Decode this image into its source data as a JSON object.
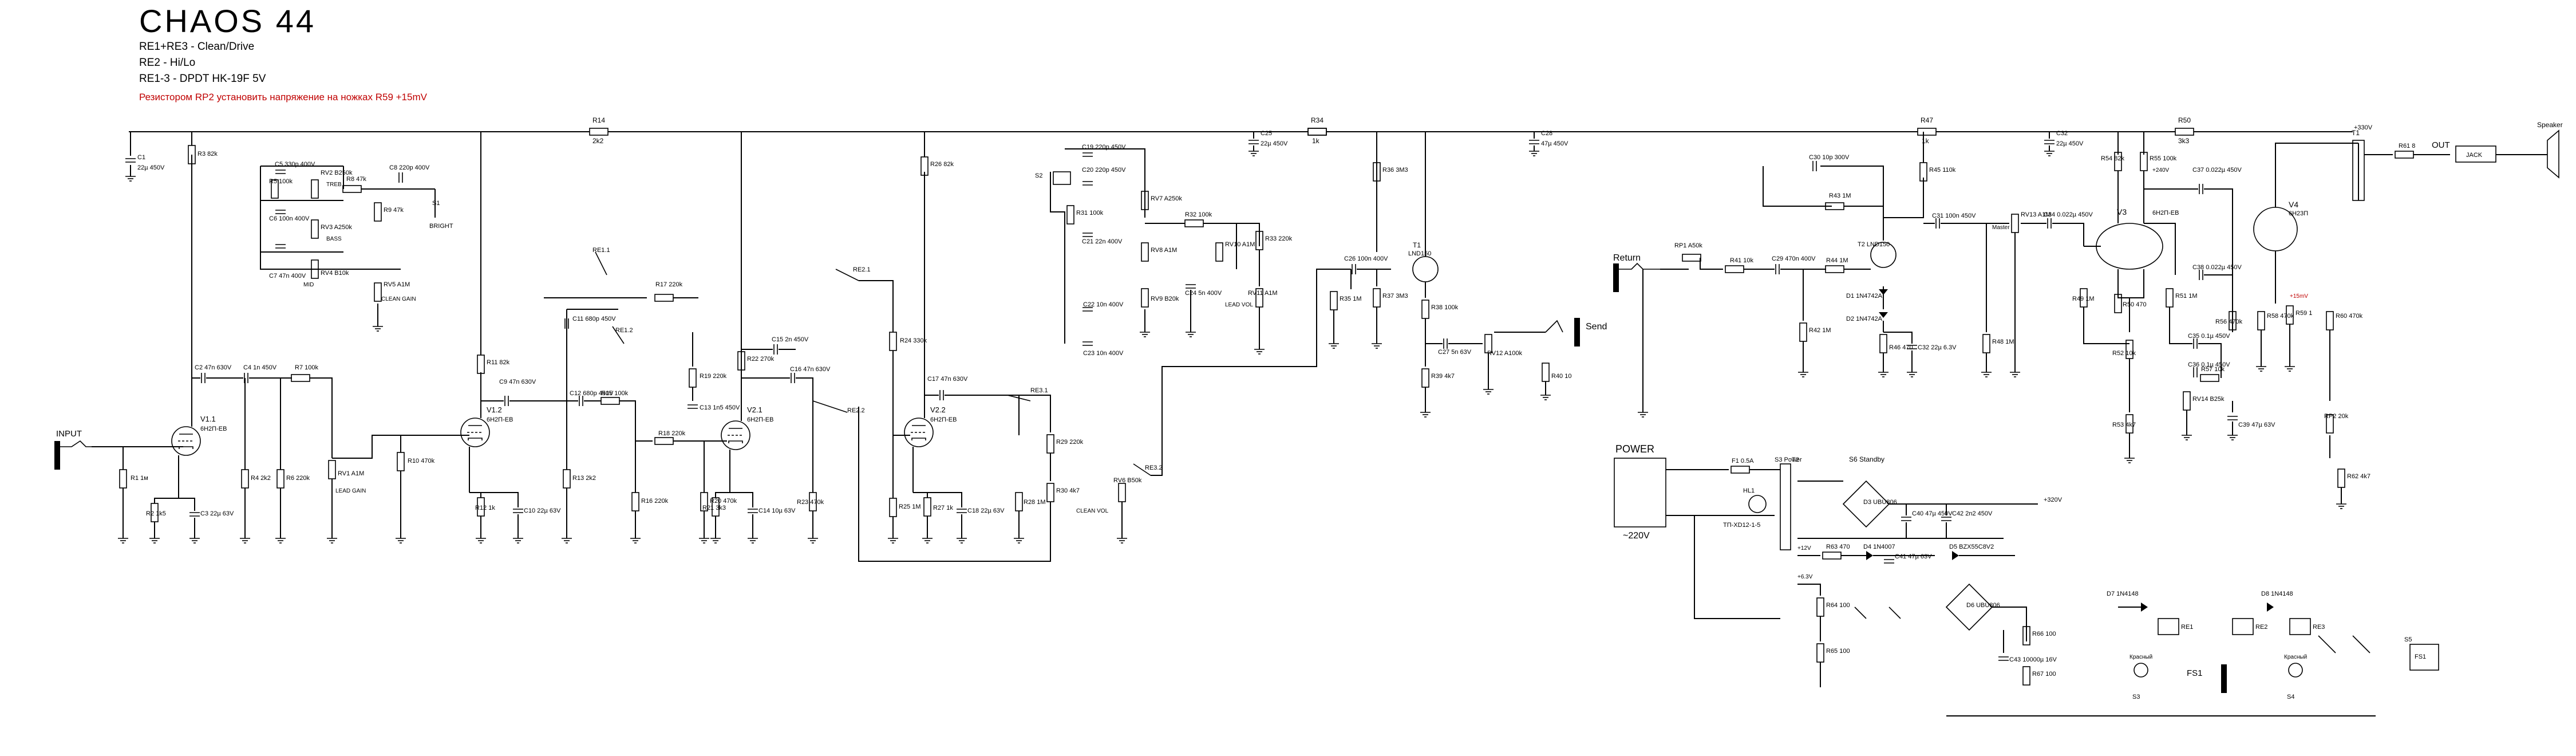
{
  "title": "CHAOS 44",
  "notes": [
    "RE1+RE3 - Clean/Drive",
    "RE2 - Hi/Lo",
    "RE1-3 - DPDT HK-19F 5V"
  ],
  "warning": "Резистором RP2 установить напряжение на ножках R59 +15mV",
  "colors": {
    "line": "#000000",
    "warning": "#c00000",
    "background": "#ffffff"
  },
  "labels": {
    "input": "INPUT",
    "out": "OUT",
    "jack": "JACK",
    "speaker": "Speaker",
    "return": "Return",
    "send": "Send",
    "power": "POWER",
    "mains": "~220V",
    "fuse": "FS1",
    "fuse_label": "FS1",
    "s3_power": "S3 Power",
    "s6_standby": "S6 Standby",
    "bright": "BRIGHT",
    "clean_vol": "CLEAN VOL",
    "lead_vol": "LEAD VOL",
    "master": "Master",
    "treble": "TREB",
    "bass": "BASS",
    "mid": "MID",
    "lead_gain": "LEAD GAIN",
    "clean_gain": "CLEAN GAIN",
    "rail_330v": "+330V",
    "rail_320v": "+320V",
    "rail_240v": "+240V",
    "rail_6v": "+6.3V",
    "rail_12v": "+12V",
    "bias": "+15mV"
  },
  "rails": {
    "r14": "R14",
    "r14v": "2k2",
    "c25": "C25",
    "c25v": "22µ 450V",
    "r34": "R34",
    "r34v": "1k",
    "c28": "C28",
    "c28v": "47µ 450V",
    "r47": "R47",
    "r47v": "1k",
    "c32": "C32",
    "c32v": "22µ 450V",
    "r50": "R50",
    "r50v": "3k3",
    "c1": "C1",
    "c1v": "22µ 450V"
  },
  "tubes": {
    "v11": "V1.1",
    "v11t": "6H2П-EB",
    "v12": "V1.2",
    "v12t": "6H2П-EB",
    "v21": "V2.1",
    "v21t": "6H2П-EB",
    "v22": "V2.2",
    "v22t": "6H2П-EB",
    "v3": "V3",
    "v3t": "6H2П-EB",
    "v4": "V4",
    "v4t": "6H23П",
    "t1": "T1",
    "lnd": "LND150"
  },
  "parts": {
    "r1": "R1 1м",
    "r2": "R2 1k5",
    "c3": "C3 22µ 63V",
    "r3": "R3 82k",
    "c2": "C2 47n 630V",
    "c4": "C4 1n 450V",
    "r4": "R4 2k2",
    "r5": "R5 100k",
    "r6": "R6 220k",
    "r7": "R7 100k",
    "rv1": "RV1 A1M",
    "rv2": "RV2 B250k",
    "rv3": "RV3 A250k",
    "rv4": "RV4 B10k",
    "rv5": "RV5 A1M",
    "r8": "R8 47k",
    "r9": "R9 47k",
    "c5": "C5 330p 400V",
    "c6": "C6 100n 400V",
    "c7": "C7 47n 400V",
    "c8": "C8 220p 400V",
    "s1": "S1",
    "r10": "R10 470k",
    "r11": "R11 82k",
    "c9": "C9 47n 630V",
    "r12": "R12 1k",
    "c10": "C10 22µ 63V",
    "r13": "R13 2k2",
    "c11": "C11 680p 450V",
    "c12": "C12 680p 450V",
    "r15": "R15 100k",
    "r16": "R16 220k",
    "r17": "R17 220k",
    "r18": "R18 220k",
    "r19": "R19 220k",
    "c13": "C13 1n5 450V",
    "r20": "R20 470k",
    "r21": "R21 3k3",
    "c14": "C14 10µ 63V",
    "r22": "R22 270k",
    "c15": "C15 2n 450V",
    "c16": "C16 47n 630V",
    "r23": "R23 470k",
    "r24": "R24 330k",
    "r25": "R25 1M",
    "r26": "R26 82k",
    "c17": "C17 47n 630V",
    "r27": "R27 1k",
    "c18": "C18 22µ 63V",
    "r28": "R28 1M",
    "r29": "R29 220k",
    "r30": "R30 4k7",
    "rv6": "RV6 B50k",
    "re11": "RE1.1",
    "re12": "RE1.2",
    "re21": "RE2.1",
    "re22": "RE2.2",
    "re31": "RE3.1",
    "re32": "RE3.2",
    "c19": "C19 220p 450V",
    "c20": "C20 220p 450V",
    "r31": "R31 100k",
    "c21": "C21 22n 400V",
    "c22": "C22 10n 400V",
    "c23": "C23 10n 400V",
    "rv7": "RV7 A250k",
    "rv8": "RV8 A1M",
    "rv9": "RV9 B20k",
    "r32": "R32 100k",
    "rv10": "RV10 A1M",
    "c24": "C24 5n 400V",
    "r33": "R33 220k",
    "rv11": "RV11 A1M",
    "s2": "S2",
    "c26": "C26 100n 400V",
    "r35": "R35 1M",
    "r36": "R36 3M3",
    "r37": "R37 3M3",
    "r38": "R38 100k",
    "r39": "R39 4k7",
    "c27": "C27 5n 63V",
    "rv12": "RV12 A100k",
    "r40": "R40 10",
    "rp1": "RP1 A50k",
    "r41": "R41 10k",
    "c29": "C29 470n 400V",
    "r42": "R42 1M",
    "r43": "R43 1M",
    "r44": "R44 1M",
    "c30": "C30 10p 300V",
    "r45": "R45 110k",
    "c31": "C31 100n 450V",
    "t2": "T2 LND150",
    "d1": "D1 1N4742A",
    "d2": "D2 1N4742A",
    "r46": "R46 470",
    "c32b": "C32 22µ 6.3V",
    "r48": "R48 1M",
    "rv13": "RV13 A1M",
    "c34": "C34 0.022µ 450V",
    "r49": "R49 1M",
    "r50b": "R50 470",
    "r51": "R51 1M",
    "r52": "R52 10k",
    "r53": "R53 4k7",
    "r54": "R54 82k",
    "r55": "R55 100k",
    "c35": "C35 0.1µ 450V",
    "c36": "C36 0.1µ 450V",
    "c37": "C37 0.022µ 450V",
    "c38": "C38 0.022µ 450V",
    "r56": "R56 470k",
    "r57": "R57 10k",
    "r58": "R58 470k",
    "r59": "R59 1",
    "r60": "R60 470k",
    "rp2": "RP2 20k",
    "r61": "R61 8",
    "r62": "R62 4k7",
    "c39": "C39 47µ 63V",
    "rv14": "RV14 B25k",
    "f1": "F1 0.5A",
    "hl1": "HL1",
    "tr": "T2",
    "t2a": "TП-XD12-1-5",
    "d3": "D3 UBU806",
    "d4": "D4 1N4007",
    "d5": "D5 BZX55C8V2",
    "c40": "C40 47µ 450V",
    "c41": "C41 47µ 63V",
    "c42": "C42 2n2 450V",
    "r63": "R63 470",
    "r64": "R64 100",
    "r65": "R65 100",
    "r66": "R66 100",
    "r67": "R67 100",
    "c43": "C43 10000µ 16V",
    "d6": "D6 UBU806",
    "d7": "D7 1N4148",
    "d8": "D8 1N4148",
    "re1": "RE1",
    "re2": "RE2",
    "re3": "RE3",
    "s3": "S3",
    "s4": "S4",
    "s5": "S5",
    "red": "Красный",
    "red2": "Красный"
  }
}
